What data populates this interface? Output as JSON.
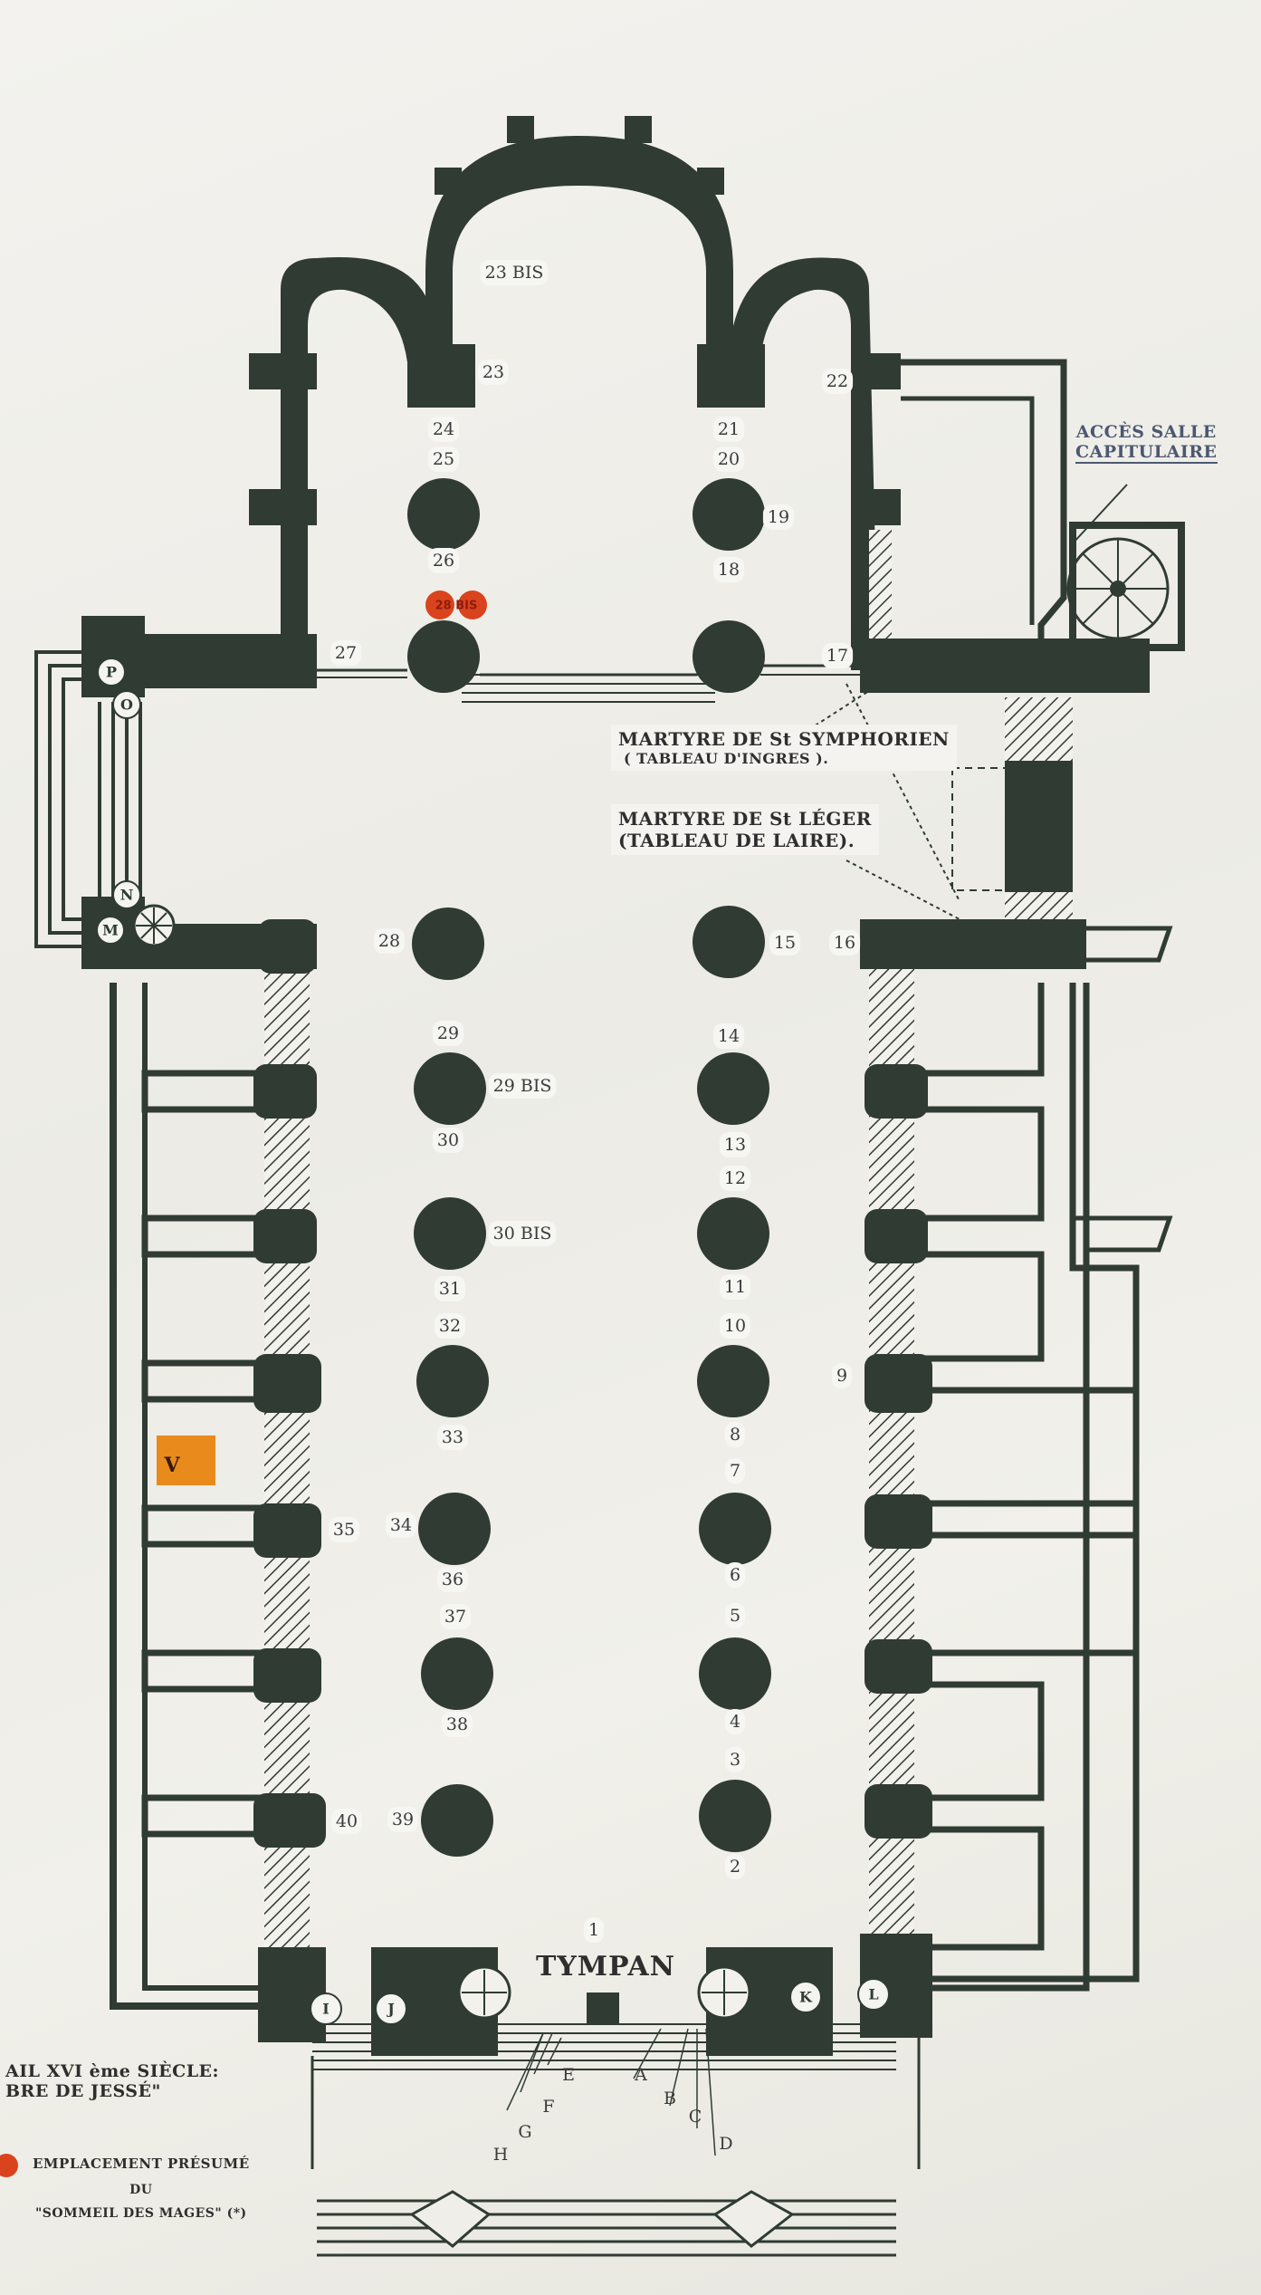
{
  "labels": {
    "acces_line1": "ACCÈS SALLE",
    "acces_line2": "CAPITULAIRE",
    "martyre_symphorien_line1": "MARTYRE DE St SYMPHORIEN",
    "martyre_symphorien_line2": "( TABLEAU D'INGRES ).",
    "martyre_leger_line1": "MARTYRE DE St LÉGER",
    "martyre_leger_line2": "(TABLEAU DE LAIRE).",
    "tympan": "TYMPAN",
    "legend_portail_line1": "AIL XVI ème SIÈCLE:",
    "legend_portail_line2": "BRE DE JESSÉ\"",
    "legend_mages_line1": "EMPLACEMENT PRÉSUMÉ",
    "legend_mages_line2": "DU",
    "legend_mages_line3": "\"SOMMEIL DES MAGES\" (*)",
    "marker_v": "V",
    "marker_orange": "28 BIS"
  },
  "numbers": {
    "n1": "1",
    "n2": "2",
    "n3": "3",
    "n4": "4",
    "n5": "5",
    "n6": "6",
    "n7": "7",
    "n8": "8",
    "n9": "9",
    "n10": "10",
    "n11": "11",
    "n12": "12",
    "n13": "13",
    "n14": "14",
    "n15": "15",
    "n16": "16",
    "n17": "17",
    "n18": "18",
    "n19": "19",
    "n20": "20",
    "n21": "21",
    "n22": "22",
    "n23": "23",
    "n23bis": "23 BIS",
    "n24": "24",
    "n25": "25",
    "n26": "26",
    "n27": "27",
    "n28": "28",
    "n29": "29",
    "n29bis": "29 BIS",
    "n30": "30",
    "n30bis": "30 BIS",
    "n31": "31",
    "n32": "32",
    "n33": "33",
    "n34": "34",
    "n35": "35",
    "n36": "36",
    "n37": "37",
    "n38": "38",
    "n39": "39",
    "n40": "40"
  },
  "letters": {
    "A": "A",
    "B": "B",
    "C": "C",
    "D": "D",
    "E": "E",
    "F": "F",
    "G": "G",
    "H": "H",
    "I": "I",
    "J": "J",
    "K": "K",
    "L": "L",
    "M": "M",
    "N": "N",
    "O": "O",
    "P": "P"
  },
  "colors": {
    "wall": "#2f3b33",
    "marker_orange": "#d9431e",
    "marker_v": "#e88a1c"
  }
}
